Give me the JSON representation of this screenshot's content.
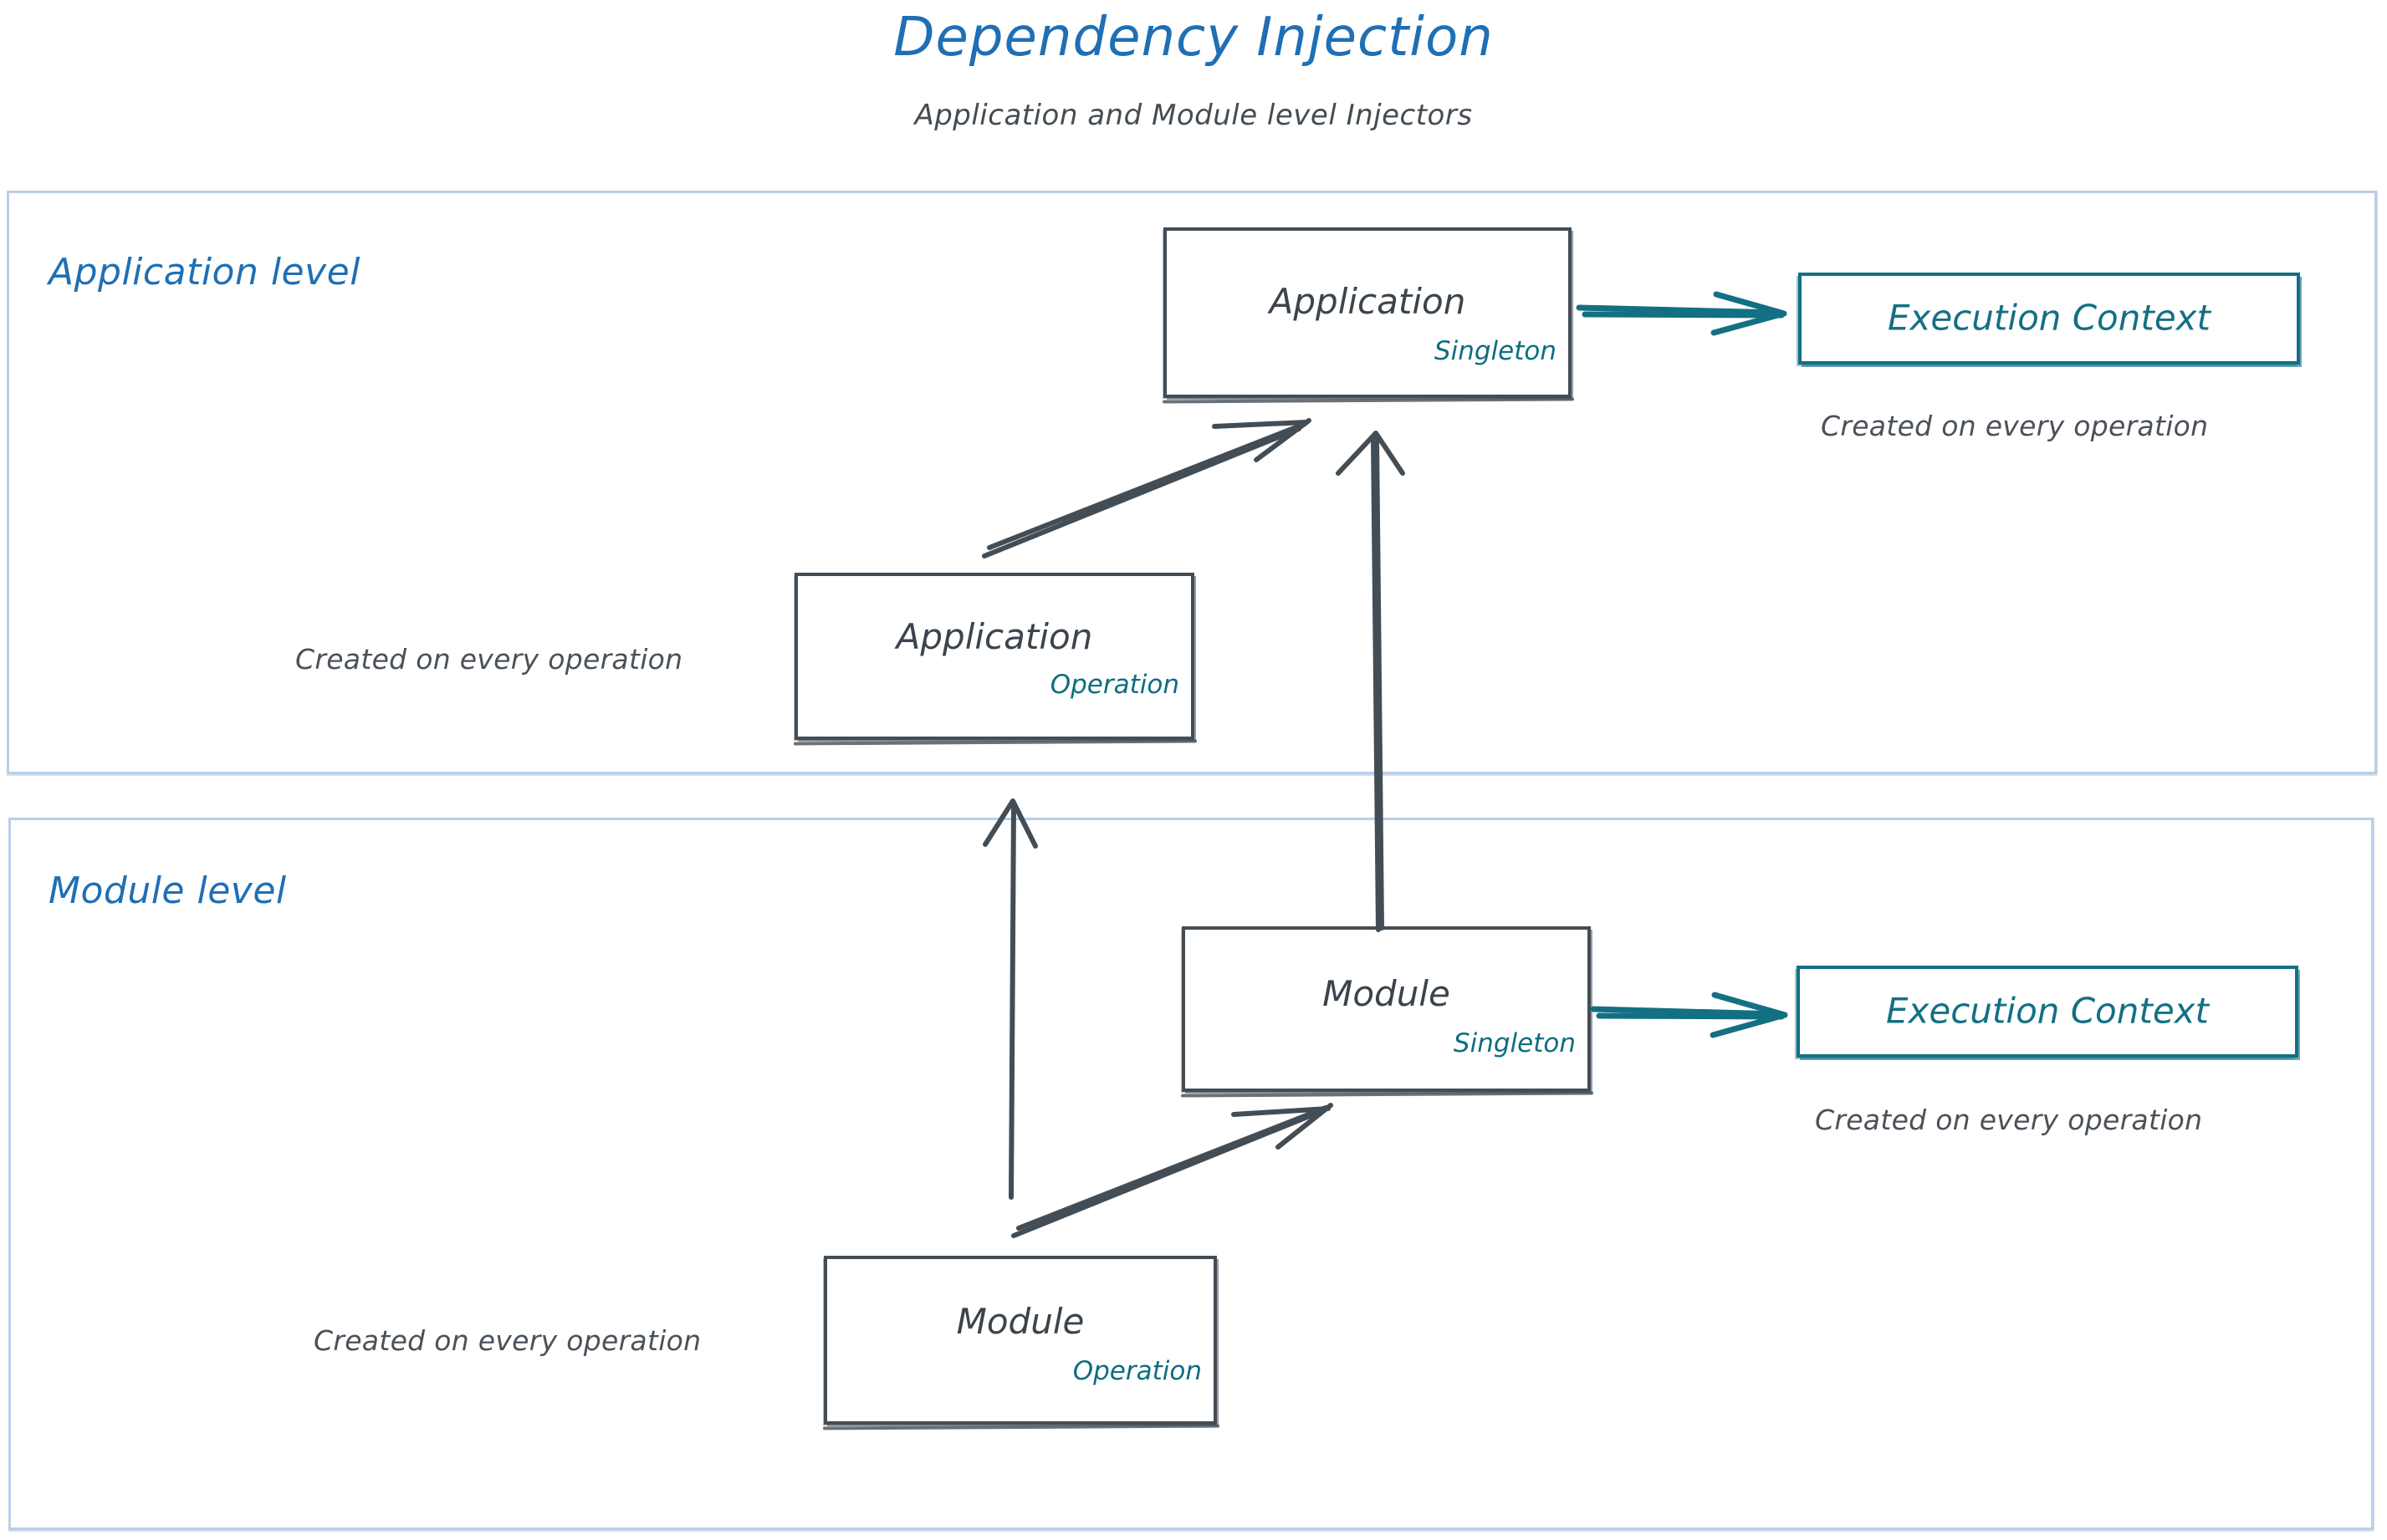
{
  "header": {
    "title": "Dependency Injection",
    "subtitle": "Application and Module level Injectors",
    "title_color": "#1F6FB4",
    "subtitle_color": "#444c52"
  },
  "colors": {
    "container_border": "#b9cfe8",
    "node_border": "#434d56",
    "node_text": "#3b444c",
    "badge_teal": "#0d6e80",
    "context_teal": "#137083",
    "caption_gray": "#4a5158",
    "arrow_dark": "#434d56",
    "arrow_teal": "#137083"
  },
  "levels": [
    {
      "id": "application-level",
      "label": "Application level",
      "nodes": [
        {
          "id": "application-singleton",
          "title": "Application",
          "badge": "Singleton"
        },
        {
          "id": "application-operation",
          "title": "Application",
          "badge": "Operation"
        }
      ],
      "context": {
        "title": "Execution Context",
        "caption": "Created on every operation"
      },
      "operation_caption": "Created on every operation"
    },
    {
      "id": "module-level",
      "label": "Module level",
      "nodes": [
        {
          "id": "module-singleton",
          "title": "Module",
          "badge": "Singleton"
        },
        {
          "id": "module-operation",
          "title": "Module",
          "badge": "Operation"
        }
      ],
      "context": {
        "title": "Execution Context",
        "caption": "Created on every operation"
      },
      "operation_caption": "Created on every operation"
    }
  ],
  "arrows": [
    {
      "id": "app-operation-to-app-singleton",
      "kind": "dark-diagonal"
    },
    {
      "id": "module-singleton-to-app-singleton",
      "kind": "dark-vertical"
    },
    {
      "id": "module-operation-to-app-operation",
      "kind": "dark-vertical"
    },
    {
      "id": "module-operation-to-module-singleton",
      "kind": "dark-diagonal"
    },
    {
      "id": "app-singleton-to-app-execution-context",
      "kind": "teal-horizontal"
    },
    {
      "id": "module-singleton-to-module-execution-context",
      "kind": "teal-horizontal"
    }
  ]
}
